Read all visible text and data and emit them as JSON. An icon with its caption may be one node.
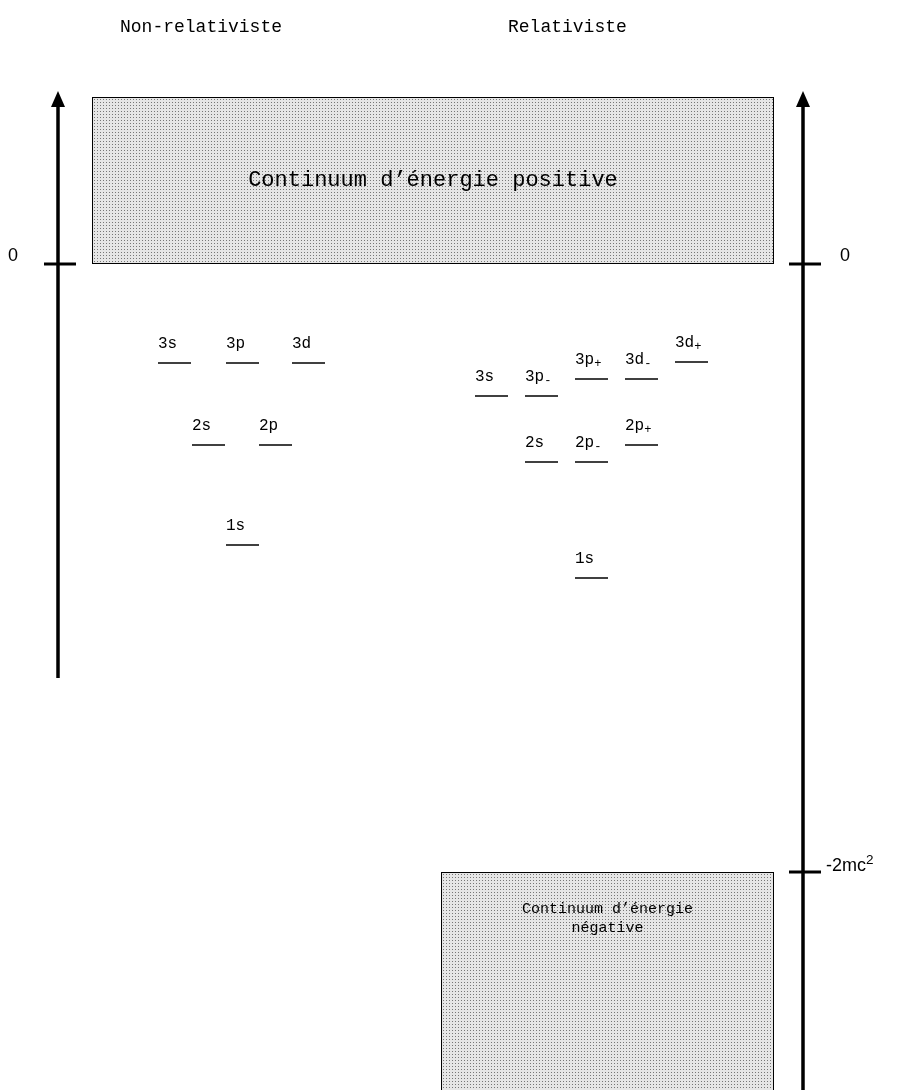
{
  "diagram": {
    "nodes": [
      {
        "text": [
          "Continuum d’énergie positive"
        ]
      },
      {
        "text": [
          "Continuum d’énergie négative"
        ]
      }
    ],
    "edges": [],
    "labels": [
      "Non-relativiste",
      "Relativiste",
      "0",
      "0",
      "3s",
      "3p",
      "3d",
      "3s",
      "3p$_{-}$",
      "3p$_{+}$",
      "3d$_{-}$",
      "3d$_{+}$",
      "2s",
      "2p",
      "2s",
      "2p$_{-}$",
      "2p$_{+}$",
      "1s",
      "1s",
      "-2mc$^{2}$"
    ]
  }
}
